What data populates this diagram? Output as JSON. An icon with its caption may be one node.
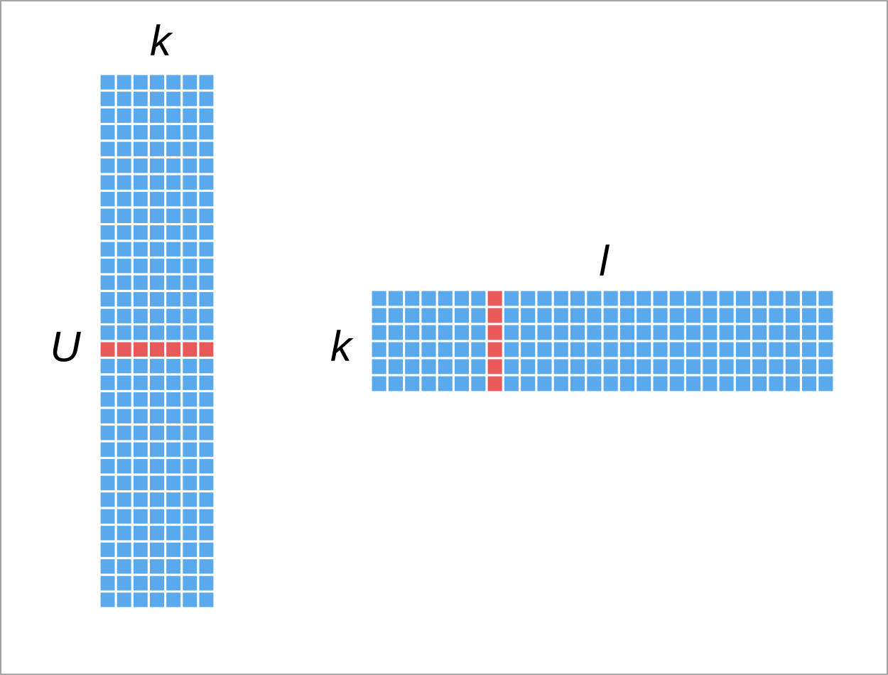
{
  "diagram": {
    "labels": [
      "k",
      "U",
      "l",
      "k"
    ]
  }
}
